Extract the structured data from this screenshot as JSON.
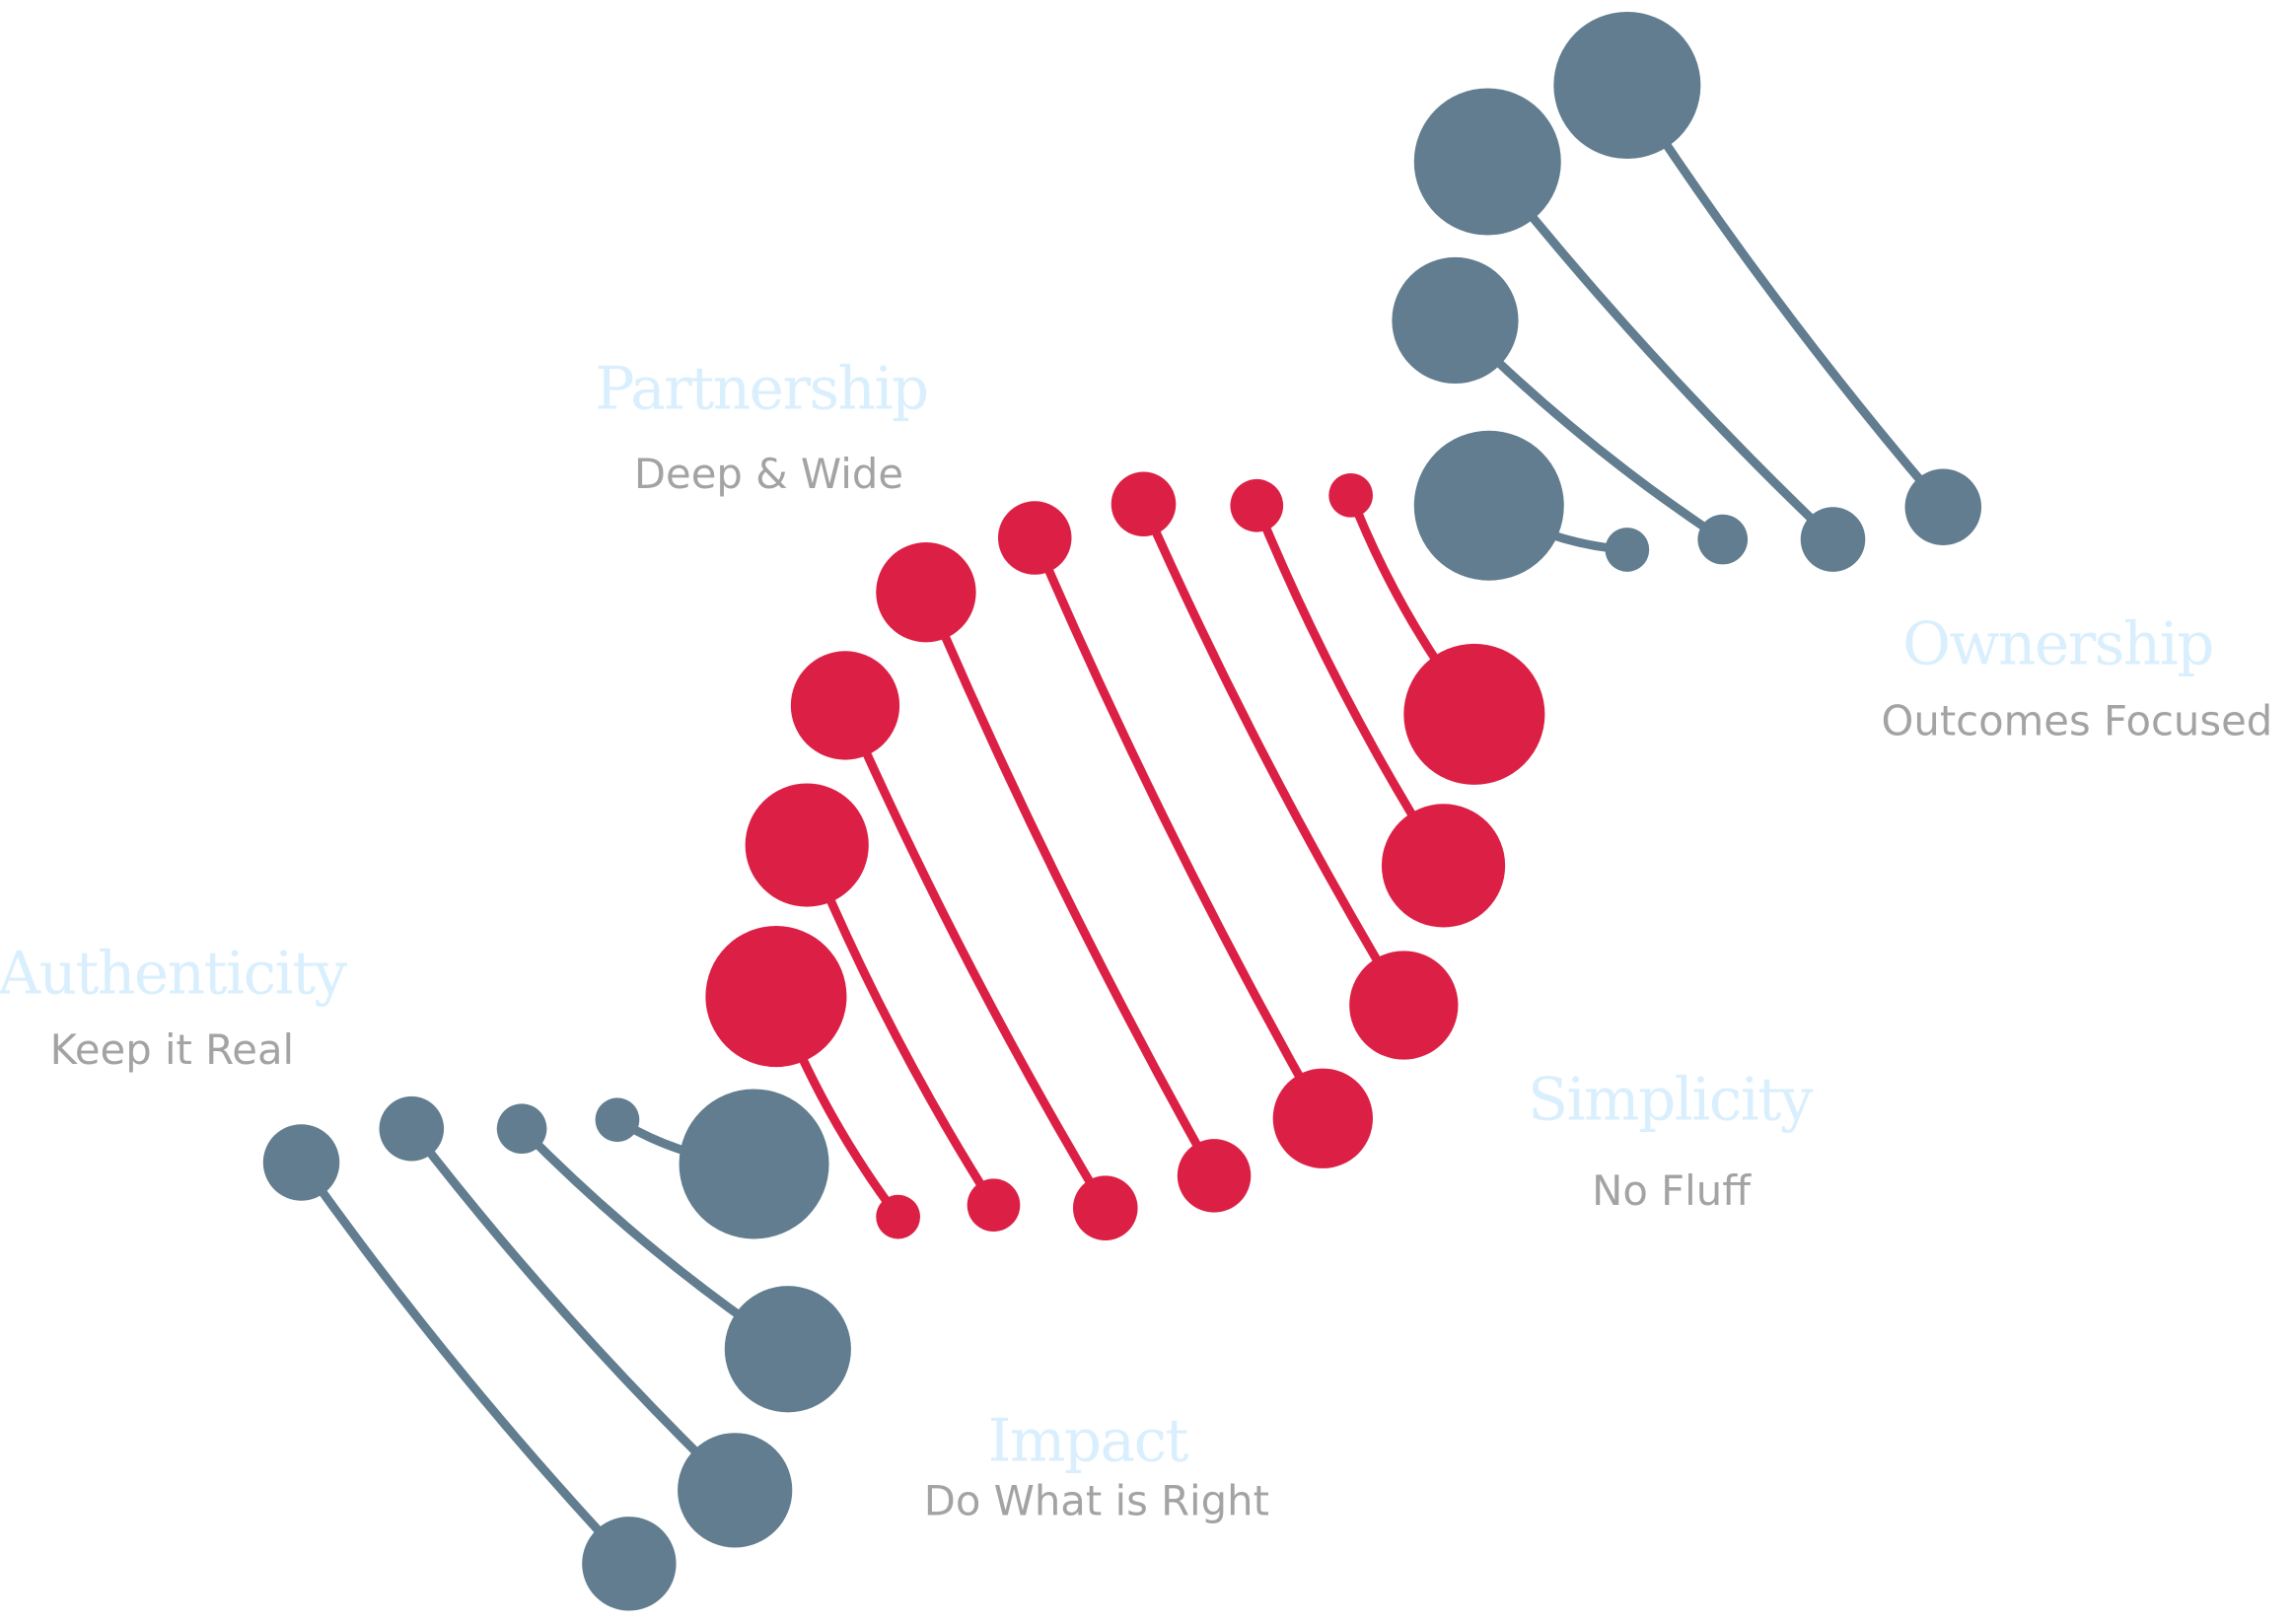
{
  "colors": {
    "strand_gray": "#617d8f",
    "strand_red": "#dc2045",
    "title": "#d9effd",
    "subtitle": "#a3a3a3"
  },
  "values": [
    {
      "title": "Partnership",
      "subtitle": "Deep & Wide"
    },
    {
      "title": "Ownership",
      "subtitle": "Outcomes Focused"
    },
    {
      "title": "Authenticity",
      "subtitle": "Keep it Real"
    },
    {
      "title": "Simplicity",
      "subtitle": "No Fluff"
    },
    {
      "title": "Impact",
      "subtitle": "Do What is Right"
    }
  ]
}
